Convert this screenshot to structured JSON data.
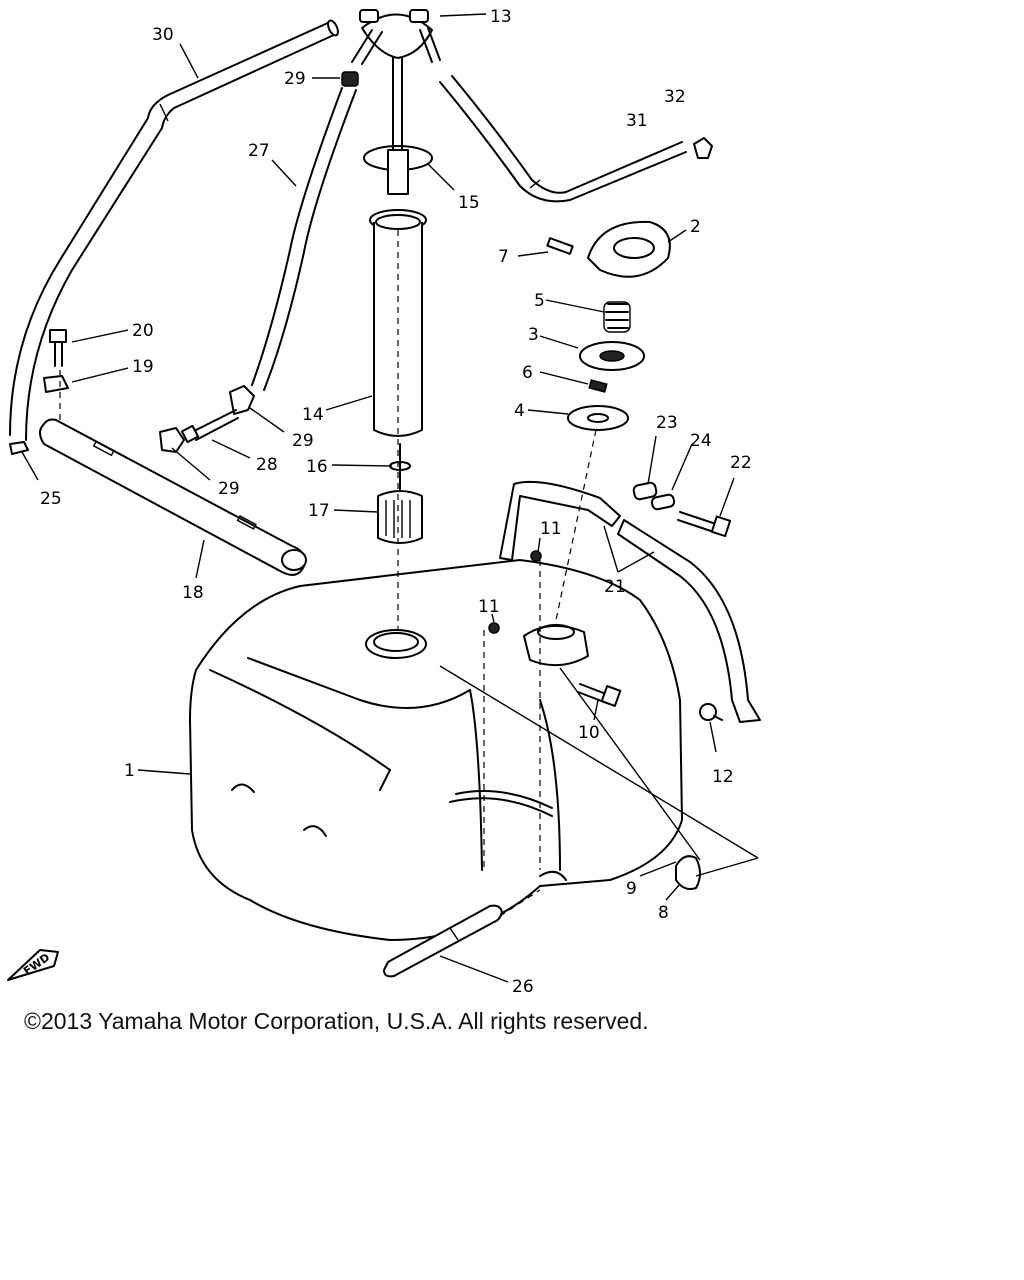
{
  "labels": {
    "p1": "1",
    "p2": "2",
    "p3": "3",
    "p4": "4",
    "p5": "5",
    "p6": "6",
    "p7": "7",
    "p8": "8",
    "p9": "9",
    "p10": "10",
    "p11a": "11",
    "p11b": "11",
    "p12": "12",
    "p13": "13",
    "p14": "14",
    "p15": "15",
    "p16": "16",
    "p17": "17",
    "p18": "18",
    "p19": "19",
    "p20": "20",
    "p21": "21",
    "p22": "22",
    "p23": "23",
    "p24": "24",
    "p25": "25",
    "p26": "26",
    "p27": "27",
    "p28": "28",
    "p29a": "29",
    "p29b": "29",
    "p29c": "29",
    "p30": "30",
    "p31": "31",
    "p32": "32"
  },
  "fwd_badge": "FWD",
  "copyright": "©2013 Yamaha Motor Corporation, U.S.A. All rights reserved."
}
